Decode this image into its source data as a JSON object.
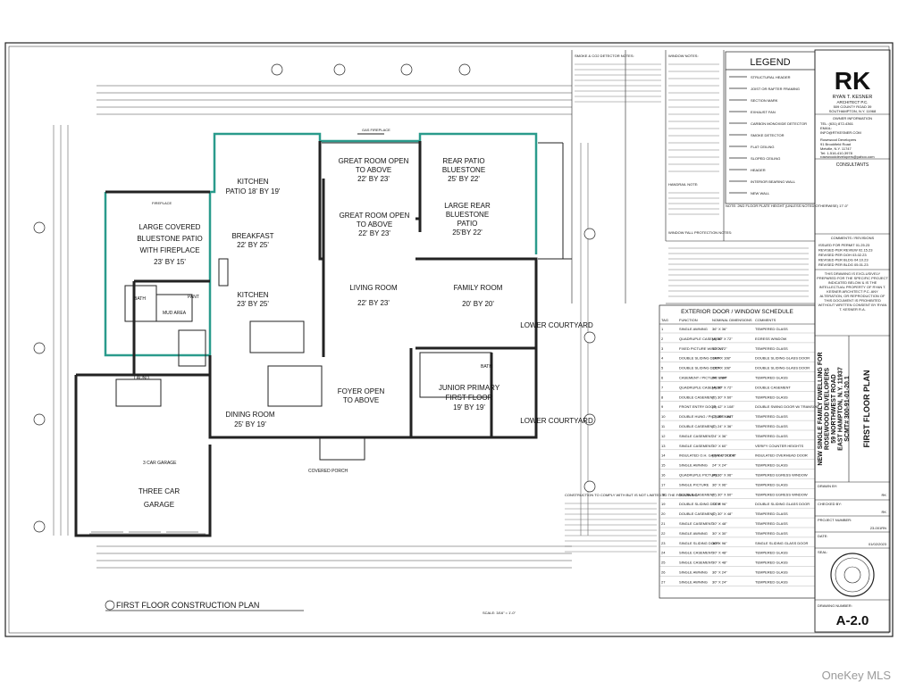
{
  "rooms": {
    "great_open": [
      "GREAT ROOM  OPEN",
      "TO ABOVE",
      "22' BY 23'"
    ],
    "rear_patio": [
      "REAR PATIO",
      "BLUESTONE",
      "25' BY 22'"
    ],
    "kitchen_patio": [
      "KITCHEN",
      "PATIO  18' BY 19'"
    ],
    "great_room_2": [
      "GREAT ROOM OPEN",
      "TO ABOVE",
      "22' BY 23'"
    ],
    "large_rear": [
      "LARGE REAR",
      "BLUESTONE",
      "PATIO",
      "25'BY 22'"
    ],
    "covered_patio": [
      "LARGE COVERED",
      "BLUESTONE PATIO",
      "WITH FIREPLACE",
      "23' BY 15'"
    ],
    "breakfast": [
      "BREAKFAST",
      "22' BY 25'"
    ],
    "kitchen": [
      "KITCHEN",
      "23' BY 25'"
    ],
    "living": [
      "LIVING ROOM",
      "22' BY 23'"
    ],
    "family": [
      "FAMILY ROOM",
      "20' BY 20'"
    ],
    "lower_courtyard_1": "LOWER COURTYARD",
    "lower_courtyard_2": "LOWER COURTYARD",
    "foyer": [
      "FOYER  OPEN",
      "TO ABOVE"
    ],
    "dining": [
      "DINING ROOM",
      "25' BY 19'"
    ],
    "junior": [
      "JUNIOR PRIMARY",
      "FIRST FLOOR",
      "19' BY 19'"
    ],
    "garage": [
      "THREE CAR",
      "GARAGE"
    ],
    "garage_label": "3 CAR GARAGE",
    "pantry": "PANT",
    "mud": "MUD AREA",
    "bath1": "BATH",
    "bath2": "BATH",
    "laund": "LAUND.",
    "covered_porch": "COVERED PORCH",
    "fireplace": "FIREPLACE",
    "gas_fireplace": "GAS FIREPLACE"
  },
  "plan_title": "FIRST FLOOR CONSTRUCTION PLAN",
  "scale": "SCALE: 3/16\" = 1'-0\"",
  "notes": {
    "smoke_title": "SMOKE & CO2 DETECTOR NOTES:",
    "window_title": "WINDOW NOTES:",
    "handrail_title": "HANDRAIL NOTE:",
    "fall_title": "WINDOW FALL PROTECTION NOTES:",
    "construction_title": "CONSTRUCTION TO COMPLY WITH BUT IS NOT LIMITED TO THE FOLLOWING:",
    "plate_note": "NOTE: 2ND FLOOR PLATE HEIGHT (UNLESS NOTED OTHERWISE) 17'-0\""
  },
  "legend": {
    "title": "LEGEND",
    "items": [
      "STRUCTURAL HEADER",
      "JOIST OR RAFTER FRAMING",
      "SECTION MARK",
      "EXHAUST FAN",
      "CARBON MONOXIDE DETECTOR",
      "SMOKE DETECTOR",
      "FLAT CEILING",
      "SLOPED CEILING",
      "HEADER",
      "INTERIOR BEARING WALL",
      "NEW WALL"
    ]
  },
  "schedule": {
    "title": "EXTERIOR DOOR / WINDOW SCHEDULE",
    "headers": [
      "TAG",
      "FUNCTION",
      "NOMINAL DIMENSIONS",
      "COMMENTS"
    ],
    "rows": [
      [
        "1",
        "SINGLE AWNING",
        "36\" X 36\"",
        "TEMPERED GLASS"
      ],
      [
        "2",
        "QUADRUPLE CASEMENT",
        "(4) 30\" X 72\"",
        "EGRESS WINDOW"
      ],
      [
        "3",
        "FIXED PICTURE WINDOW",
        "72\" X 72\"",
        "TEMPERED GLASS"
      ],
      [
        "4",
        "DOUBLE SLIDING DOOR",
        "144\" X 108\"",
        "DOUBLE SLIDING GLASS DOOR"
      ],
      [
        "5",
        "DOUBLE SLIDING DOOR",
        "120\" X 108\"",
        "DOUBLE SLIDING GLASS DOOR"
      ],
      [
        "6",
        "CASEMENT / PICTURE UNIT",
        "24\" X 84\"",
        "TEMPERED GLASS"
      ],
      [
        "7",
        "QUADRUPLE CASEMENT",
        "(4) 30\" X 72\"",
        "DOUBLE CASEMENT"
      ],
      [
        "8",
        "DOUBLE CASEMENT",
        "(2) 30\" X 60\"",
        "TEMPERED GLASS"
      ],
      [
        "9",
        "FRONT ENTRY DOOR",
        "(2) 42\" X 108\"",
        "DOUBLE SWING DOOR W/ TRANSOM"
      ],
      [
        "10",
        "DOUBLE HUNG / PICTURE UNIT",
        "(2) 30\" X 84\"",
        "TEMPERED GLASS"
      ],
      [
        "11",
        "DOUBLE CASEMENT",
        "(2) 24\" X 36\"",
        "TEMPERED GLASS"
      ],
      [
        "12",
        "SINGLE CASEMENT",
        "24\" X 36\"",
        "TEMPERED GLASS"
      ],
      [
        "13",
        "SINGLE CASEMENT",
        "30\" X 60\"",
        "VERIFY COUNTER HEIGHTS"
      ],
      [
        "14",
        "INSULATED O.H. GARAGE DOOR",
        "(3) 9'-0\" X 8'-0\"",
        "INSULATED OVERHEAD DOOR"
      ],
      [
        "15",
        "SINGLE AWNING",
        "24\" X 24\"",
        "TEMPERED GLASS"
      ],
      [
        "16",
        "QUADRUPLE PICTURE",
        "(4) 36\" X 96\"",
        "TEMPERED EGRESS WINDOW"
      ],
      [
        "17",
        "SINGLE PICTURE",
        "36\" X 96\"",
        "TEMPERED GLASS"
      ],
      [
        "18",
        "DOUBLE CASEMENT",
        "(2) 30\" X 60\"",
        "TEMPERED EGRESS WINDOW"
      ],
      [
        "19",
        "DOUBLE SLIDING DOOR",
        "72\" X 96\"",
        "DOUBLE SLIDING GLASS DOOR"
      ],
      [
        "20",
        "DOUBLE CASEMENT",
        "(2) 30\" X 48\"",
        "TEMPERED GLASS"
      ],
      [
        "21",
        "SINGLE CASEMENT",
        "30\" X 48\"",
        "TEMPERED GLASS"
      ],
      [
        "22",
        "SINGLE AWNING",
        "30\" X 30\"",
        "TEMPERED GLASS"
      ],
      [
        "23",
        "SINGLE SLIDING DOOR",
        "36\" X 96\"",
        "SINGLE SLIDING GLASS DOOR"
      ],
      [
        "24",
        "SINGLE CASEMENT",
        "30\" X 48\"",
        "TEMPERED GLASS"
      ],
      [
        "25",
        "SINGLE CASEMENT",
        "30\" X 48\"",
        "TEMPERED GLASS"
      ],
      [
        "26",
        "SINGLE AWNING",
        "36\" X 24\"",
        "TEMPERED GLASS"
      ],
      [
        "27",
        "SINGLE AWNING",
        "30\" X 24\"",
        "TEMPERED GLASS"
      ]
    ]
  },
  "title_block": {
    "logo": "RK",
    "firm": "RYAN T. KESNER",
    "firm_sub": "ARCHITECT P.C.",
    "addr1": "509 COUNTY ROAD 39",
    "addr2": "SOUTHAMPTON, N.Y. 11968",
    "tel": "TEL: (631) 872-4361",
    "email_label": "EMAIL:",
    "email": "INFO@RTKESNER.COM",
    "owner_header": "OWNER INFORMATION",
    "owner_name": "Rosewood Developers",
    "owner_addr1": "91 Brookfield Road",
    "owner_addr2": "Melville, N.Y. 11747",
    "owner_tel": "Tel: 1-516-410-3978",
    "owner_email": "rosewooddevelopers@yahoo.com",
    "consultants": "CONSULTANTS",
    "comments_header": "COMMENTS / REVISIONS",
    "revisions": [
      "ISSUED FOR PERMIT 01.25.23",
      "REVISED PER REVIEW 02.15.23",
      "REVISED PER DOH 03.02.23",
      "REVISED PER BLDG 04.10.23",
      "REVISED PER BLDG 05.01.23"
    ],
    "copyright": "THIS DRAWING IS EXCLUSIVELY PREPARED FOR THE SPECIFIC PROJECT INDICATED BELOW & IS THE INTELLECTUAL PROPERTY OF RYAN T. KESNER ARCHITECT P.C. ANY ALTERATION, OR REPRODUCTION OF THIS DOCUMENT IS PROHIBITED WITHOUT WRITTEN CONSENT BY RYAN T. KESNER R.A.",
    "project_lines": [
      "NEW SINGLE FAMILY DWELLING FOR",
      "ROSEWOOD DEVELOPERS",
      "59 NORTHWEST ROAD",
      "EAST HAMPTON, N.Y. 11937",
      "SCMT# 300-91-01-20.1"
    ],
    "sheet_title": "FIRST FLOOR PLAN",
    "drawn_by_label": "DRAWN BY:",
    "drawn_by": "RK",
    "checked_by_label": "CHECKED BY:",
    "checked_by": "RK",
    "project_number_label": "PROJECT NUMBER:",
    "project_number": "23-001RN",
    "date_label": "DATE:",
    "date": "01/02/2023",
    "seal_label": "SEAL:",
    "drawing_number_label": "DRAWING NUMBER:",
    "drawing_number": "A-2.0"
  },
  "watermark": "OneKey MLS",
  "colors": {
    "outline": "#2a9b8c",
    "wall": "#222222",
    "paper": "#ffffff"
  }
}
